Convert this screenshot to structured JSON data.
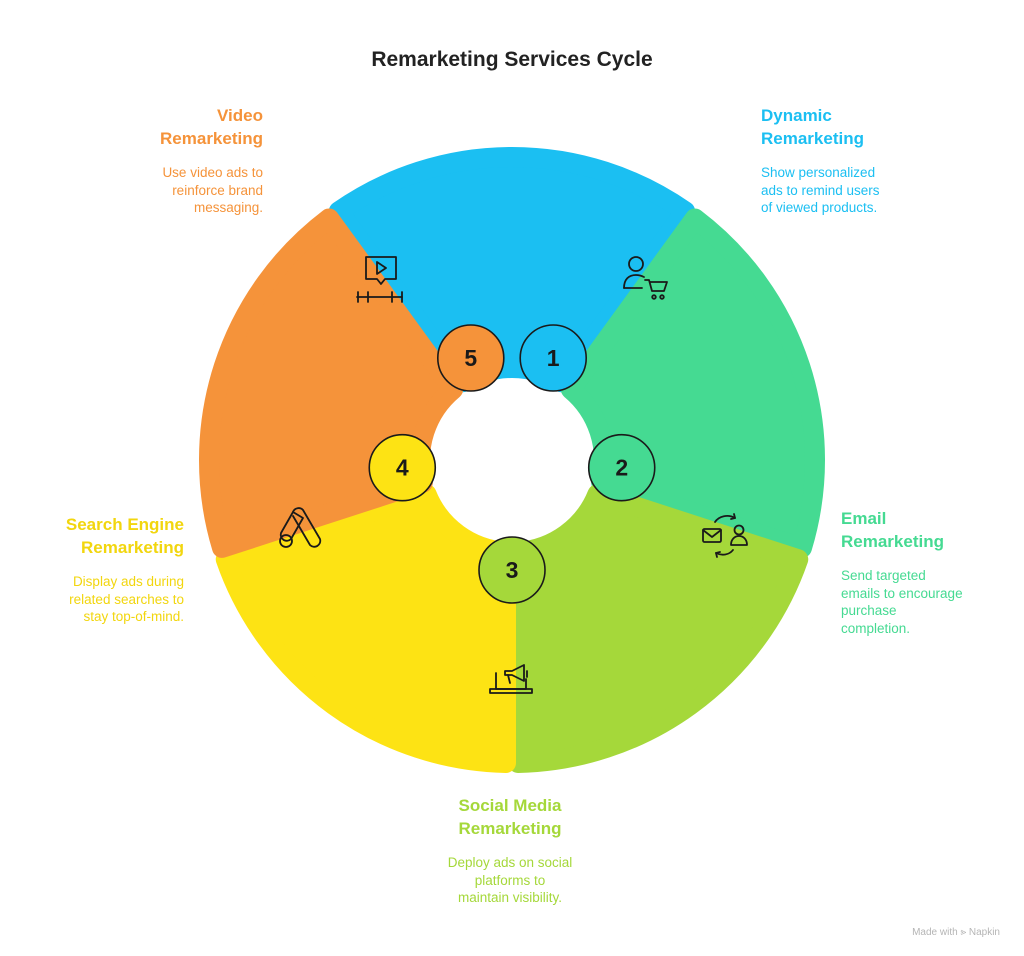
{
  "title": "Remarketing Services Cycle",
  "colors": {
    "dynamic": "#1BBFF2",
    "email": "#45DA92",
    "social": "#A5D83A",
    "search": "#FDE314",
    "video": "#F5933A"
  },
  "steps": [
    {
      "number": "1",
      "title": "Dynamic\nRemarketing",
      "description": "Show personalized\nads to remind users\nof viewed products.",
      "icon": "user-cart-icon"
    },
    {
      "number": "2",
      "title": "Email\nRemarketing",
      "description": "Send targeted\nemails to encourage\npurchase\ncompletion.",
      "icon": "email-user-sync-icon"
    },
    {
      "number": "3",
      "title": "Social Media\nRemarketing",
      "description": "Deploy ads on social\nplatforms to\nmaintain visibility.",
      "icon": "laptop-megaphone-icon"
    },
    {
      "number": "4",
      "title": "Search Engine\nRemarketing",
      "description": "Display ads during\nrelated searches to\nstay top-of-mind.",
      "icon": "google-ads-icon"
    },
    {
      "number": "5",
      "title": "Video\nRemarketing",
      "description": "Use video ads to\nreinforce brand\nmessaging.",
      "icon": "video-timeline-icon"
    }
  ],
  "footer": "Made with ⪢ Napkin"
}
